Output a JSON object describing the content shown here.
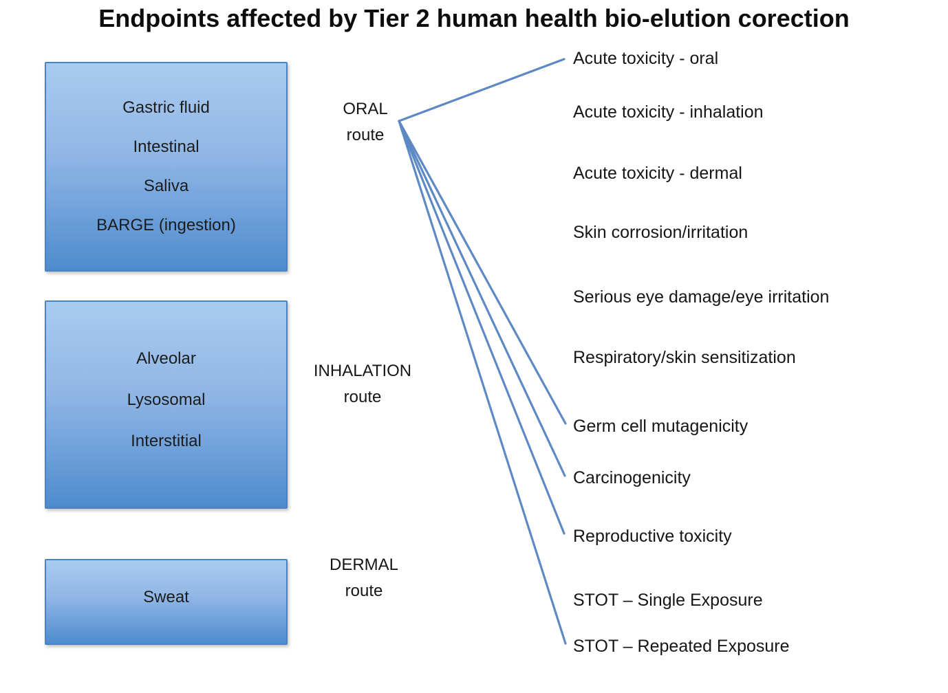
{
  "title": "Endpoints affected by Tier 2 human health bio-elution corection",
  "fluid_boxes": [
    {
      "id": "oral-fluids",
      "items": [
        "Gastric fluid",
        "Intestinal",
        "Saliva",
        "BARGE (ingestion)"
      ]
    },
    {
      "id": "inhalation-fluids",
      "items": [
        "Alveolar",
        "Lysosomal",
        "Interstitial"
      ]
    },
    {
      "id": "dermal-fluids",
      "items": [
        "Sweat"
      ]
    }
  ],
  "routes": [
    {
      "id": "oral-route",
      "line1": "ORAL",
      "line2": "route"
    },
    {
      "id": "inhalation-route",
      "line1": "INHALATION",
      "line2": "route"
    },
    {
      "id": "dermal-route",
      "line1": "DERMAL",
      "line2": "route"
    }
  ],
  "endpoints": [
    {
      "id": "acute-toxicity-oral",
      "label": "Acute toxicity - oral"
    },
    {
      "id": "acute-toxicity-inhalation",
      "label": "Acute toxicity - inhalation"
    },
    {
      "id": "acute-toxicity-dermal",
      "label": "Acute toxicity - dermal"
    },
    {
      "id": "skin-corrosion-irritation",
      "label": "Skin corrosion/irritation"
    },
    {
      "id": "serious-eye-damage",
      "label": "Serious eye damage/eye irritation"
    },
    {
      "id": "respiratory-skin-sensitization",
      "label": "Respiratory/skin sensitization"
    },
    {
      "id": "germ-cell-mutagenicity",
      "label": "Germ cell mutagenicity"
    },
    {
      "id": "carcinogenicity",
      "label": "Carcinogenicity"
    },
    {
      "id": "reproductive-toxicity",
      "label": "Reproductive toxicity"
    },
    {
      "id": "stot-single-exposure",
      "label": "STOT – Single Exposure"
    },
    {
      "id": "stot-repeated-exposure",
      "label": "STOT – Repeated Exposure"
    }
  ],
  "connections": [
    {
      "from": "oral-route",
      "to": "acute-toxicity-oral"
    },
    {
      "from": "oral-route",
      "to": "germ-cell-mutagenicity"
    },
    {
      "from": "oral-route",
      "to": "carcinogenicity"
    },
    {
      "from": "oral-route",
      "to": "reproductive-toxicity"
    },
    {
      "from": "oral-route",
      "to": "stot-repeated-exposure"
    }
  ],
  "colors": {
    "connector": "#5d89c4",
    "box_gradient_top": "#aacbf0",
    "box_gradient_bottom": "#4e8bce",
    "box_border": "#4d82c0",
    "text": "#161616"
  }
}
